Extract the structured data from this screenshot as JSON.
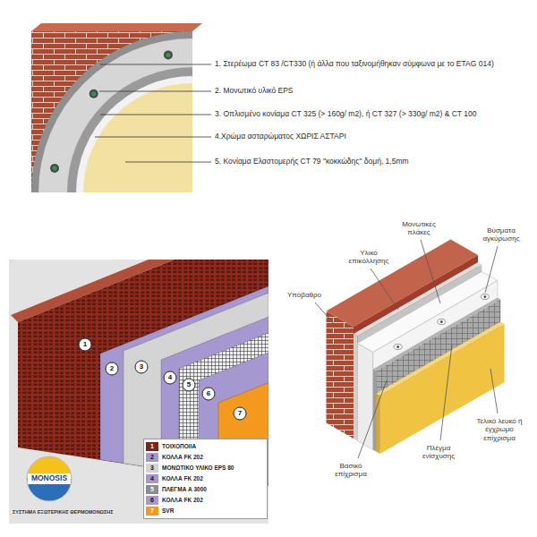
{
  "diagram": {
    "labels": [
      "1. Στερέωμα CT 83 /CT330 (ή άλλα που ταξινομήθηκαν σύμφωνα με το ETAG 014)",
      "2. Μονωτικό υλικό EPS",
      "3. Οπλισμένο κονίαμα CT 325 (> 160g/ m2), ή CT 327 (> 330g/ m2) & CT 100",
      "4.Χρώμα ασταρώματος ΧΩΡΙΣ ΑΣΤΑΡΙ",
      "5. Κονίαμα Ελαστομερής CT 79 \"κοκκώδης\" δομή, 1,5mm",
      "1",
      "2",
      "3",
      "4",
      "5",
      "6",
      "7",
      "MONOSIS",
      "ΣΥΣΤΗΜΑ ΕΞΩΤΕΡΙΚΗΣ ΘΕΡΜΟΜΟΝΩΣΗΣ",
      "1",
      "2",
      "3",
      "4",
      "5",
      "6",
      "7",
      "Υπόβαθρο",
      "Υλικό επικόλλησης",
      "Μονωτικές πλάκες",
      "Βύσματα αγκύρωσης",
      "Βασικό επίχρισμα",
      "Πλέγμα ενίσχυσης",
      "Τελικό λευκό ή έγχρωμο επίχρισμα"
    ],
    "legend": [
      {
        "text": "ΤΟΙΧΟΠΟΙΙΑ",
        "color": "#7b2418"
      },
      {
        "text": "ΚΟΛΛΑ FK 202",
        "color": "#a597cf"
      },
      {
        "text": "ΜΟΝΩΤΙΚΟ ΥΛΙΚΟ EPS 80",
        "color": "#d4d4d4"
      },
      {
        "text": "ΚΟΛΛΑ FK 202",
        "color": "#a597cf"
      },
      {
        "text": "ΠΛΕΓΜΑ Α 3000",
        "color": "#8c8c8c"
      },
      {
        "text": "ΚΟΛΛΑ FK 202",
        "color": "#a597cf"
      },
      {
        "text": "SVR",
        "color": "#f39a1e"
      }
    ]
  }
}
